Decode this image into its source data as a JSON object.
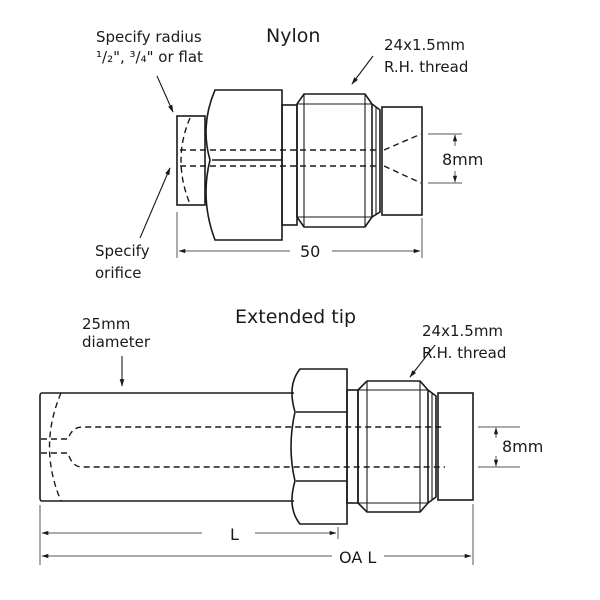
{
  "figure": {
    "top": {
      "title": "Nylon",
      "radius_note_line1": "Specify radius",
      "radius_note_line2": "¹/₂\", ³/₄\" or flat",
      "orifice_note_line1": "Specify",
      "orifice_note_line2": "orifice",
      "thread_note_line1": "24x1.5mm",
      "thread_note_line2": "R.H. thread",
      "bore_dimension": "8mm",
      "length_dimension": "50"
    },
    "bottom": {
      "title": "Extended tip",
      "diameter_note_line1": "25mm",
      "diameter_note_line2": "diameter",
      "thread_note_line1": "24x1.5mm",
      "thread_note_line2": "R.H. thread",
      "bore_dimension": "8mm",
      "length_dimension": "L",
      "overall_length_dimension": "OA L"
    }
  }
}
